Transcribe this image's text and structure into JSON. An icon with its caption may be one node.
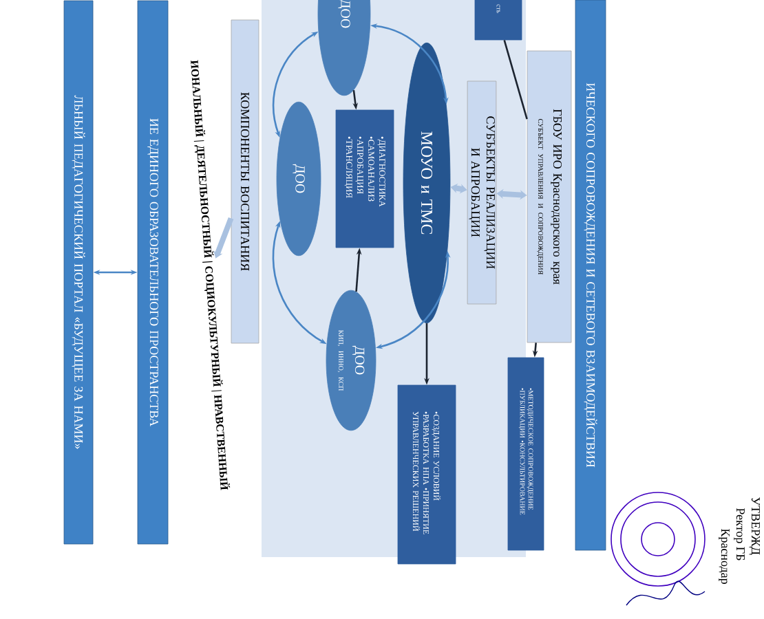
{
  "diagram": {
    "nodes": [
      {
        "text": [
          "ЛЬНЫЙ ПЕДАГОГИЧЕСКИЙ ПОРТАЛ «БУДУЩЕЕ ЗА НАМИ»"
        ]
      },
      {
        "text": [
          "ИЕ ЕДИНОГО ОБРАЗОВАТЕЛЬНОГО ПРОСТРАНСТВА"
        ]
      },
      {
        "text": [
          "ИОНАЛЬНЫЙ | ДЕЯТЕЛЬНОСТНЫЙ | СОЦИОКУЛЬТУРНЫЙ | НРАВСТВЕННЫЙ"
        ]
      },
      {
        "text": [
          "КОМПОНЕНТЫ ВОСПИТАНИЯ"
        ]
      },
      {
        "text": [
          "ДОО"
        ]
      },
      {
        "text": [
          "ДОО"
        ]
      },
      {
        "text": [
          "•ДИАГНОСТИКА •САМОАНАЛИЗ •АПРОБАЦИЯ •ТРАНСЛЯЦИЯ"
        ]
      },
      {
        "text": [
          "МОУО и ТМС"
        ]
      },
      {
        "text": [
          "ДОО",
          "КИП, ИННО, КСП"
        ]
      },
      {
        "text": [
          "•СОЗДАНИЕ УСЛОВИЙ •РАЗРАБОТКА НПА •ПРИНЯТИЕ УПРАВЛЕНЧЕСКИХ РЕШЕНИЙ"
        ]
      },
      {
        "text": [
          "СУБЪЕКТЫ РЕАЛИЗАЦИИ И АПРОБАЦИИ"
        ]
      },
      {
        "text": [
          "сть"
        ]
      },
      {
        "text": [
          "ГБОУ ИРО Краснодарского края",
          "СУБЪЕКТ УПРАВЛЕНИЯ И СОПРОВОЖДЕНИЯ"
        ]
      },
      {
        "text": [
          "•МЕТОДИЧЕСКОЕ СОПРОВОЖДЕНИЕ •ПУБЛИКАЦИИ •КОНСУЛЬТИРОВАНИЕ"
        ]
      },
      {
        "text": [
          "ИЧЕСКОГО СОПРОВОЖДЕНИЯ И СЕТЕВОГО ВЗАИМОДЕЙСТВИЯ"
        ]
      }
    ],
    "edges": [
      {
        "from": 0,
        "to": 1,
        "arrow": "both"
      },
      {
        "from": 3,
        "to": 2,
        "arrow": "to",
        "style": "thick",
        "color": "#a9c1e0"
      },
      {
        "from": 4,
        "to": 5,
        "arrow": "both"
      },
      {
        "from": 4,
        "to": 7,
        "arrow": "both"
      },
      {
        "from": 5,
        "to": 8,
        "arrow": "both"
      },
      {
        "from": 7,
        "to": 8,
        "arrow": "both"
      },
      {
        "from": 4,
        "to": 6,
        "arrow": "to",
        "color": "#1c2430"
      },
      {
        "from": 8,
        "to": 6,
        "arrow": "to",
        "color": "#1c2430"
      },
      {
        "from": 7,
        "to": 9,
        "arrow": "to",
        "color": "#1c2430"
      },
      {
        "from": 7,
        "to": 10,
        "arrow": "both",
        "style": "thick",
        "color": "#a9c1e0"
      },
      {
        "from": 10,
        "to": 12,
        "arrow": "both",
        "style": "thick",
        "color": "#a9c1e0"
      },
      {
        "from": 12,
        "to": 13,
        "arrow": "to",
        "color": "#1c2430"
      },
      {
        "from": 11,
        "to": 12,
        "arrow": "none",
        "color": "#1c2430"
      }
    ],
    "labels": [
      "УТВЕРЖД",
      "Ректор ГБ",
      "Краснодар"
    ]
  }
}
